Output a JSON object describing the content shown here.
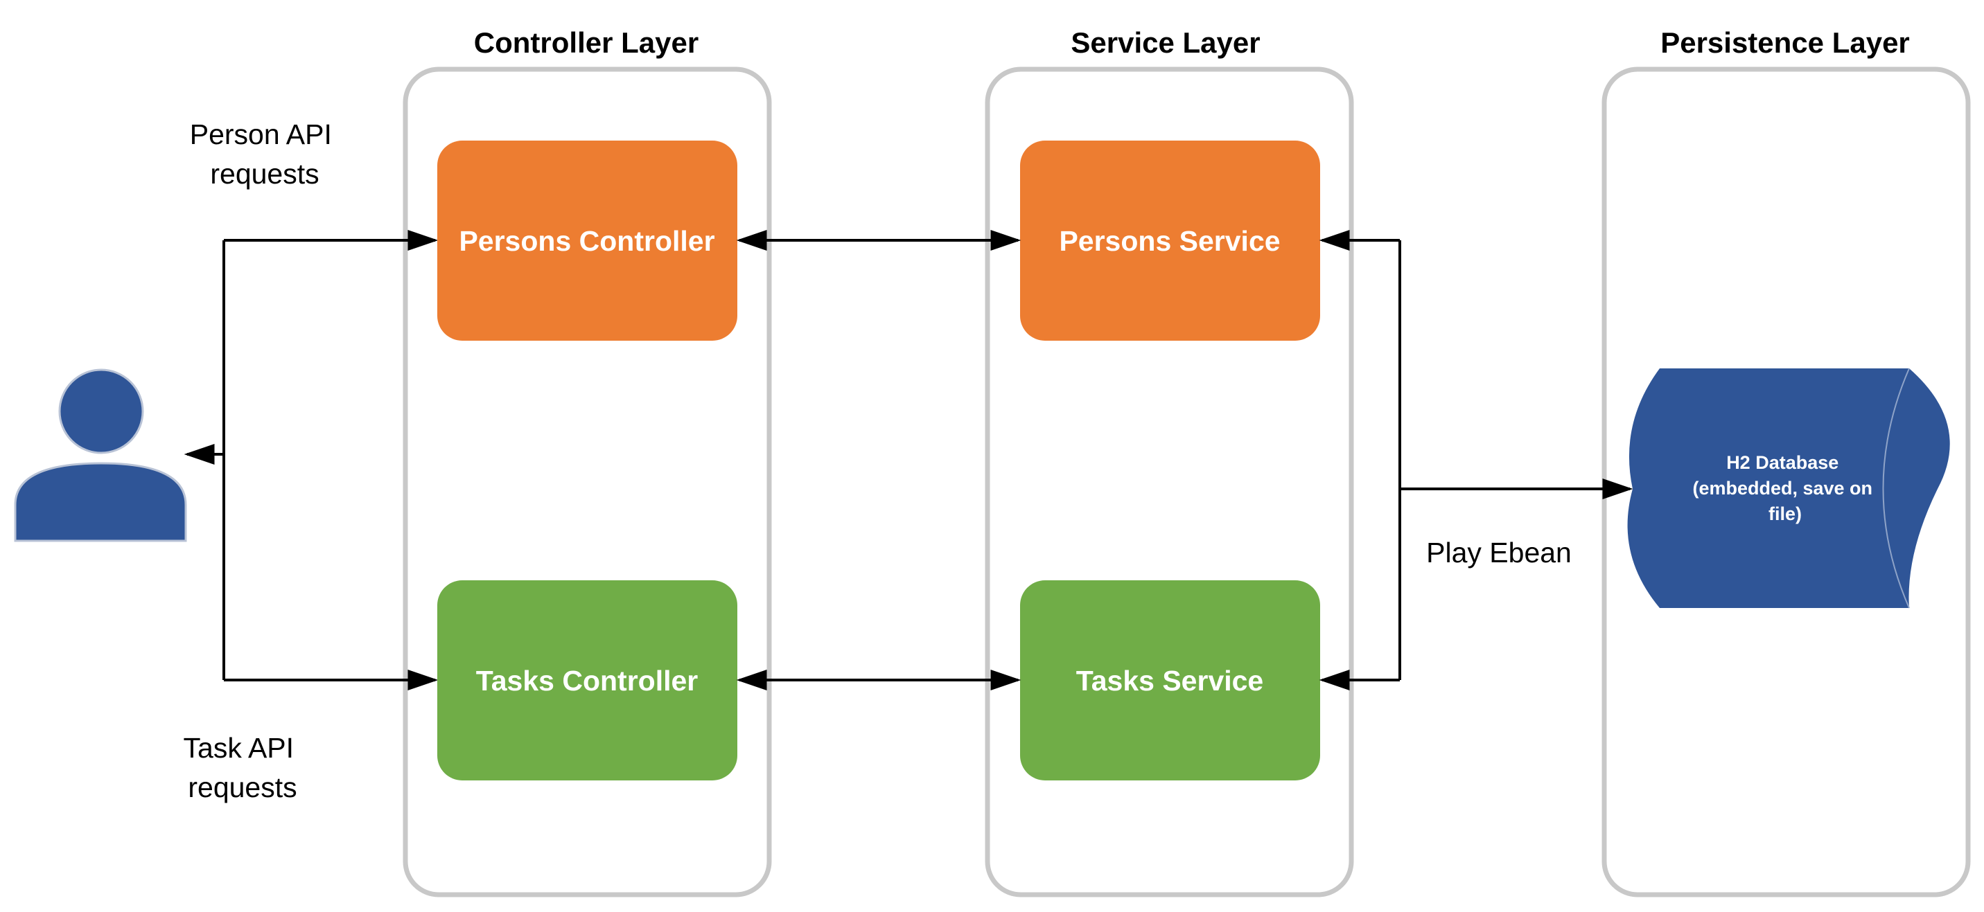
{
  "layers": [
    {
      "title": "Controller Layer"
    },
    {
      "title": "Service Layer"
    },
    {
      "title": "Persistence Layer"
    }
  ],
  "boxes": {
    "persons_controller": {
      "label": "Persons Controller",
      "color": "#ED7D31"
    },
    "tasks_controller": {
      "label": "Tasks Controller",
      "color": "#70AD47"
    },
    "persons_service": {
      "label": "Persons Service",
      "color": "#ED7D31"
    },
    "tasks_service": {
      "label": "Tasks Service",
      "color": "#70AD47"
    }
  },
  "database": {
    "lines": [
      "H2 Database",
      "(embedded, save on",
      "file)"
    ],
    "color": "#2F5597"
  },
  "labels": {
    "person_api": [
      "Person API",
      "requests"
    ],
    "task_api": [
      "Task API",
      "requests"
    ],
    "play_ebean": "Play Ebean"
  },
  "user": {
    "icon": "user-icon",
    "color": "#2F5597"
  }
}
